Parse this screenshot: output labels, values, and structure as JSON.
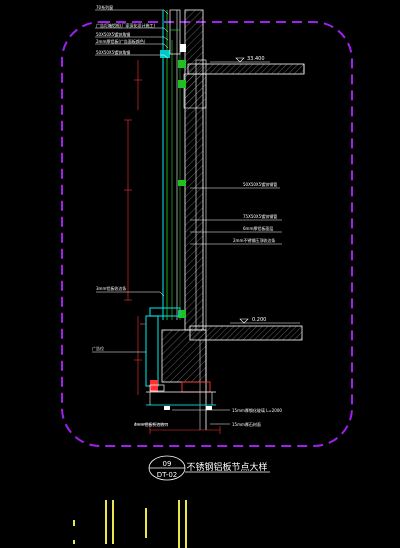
{
  "detail": {
    "number": "09",
    "sheet": "DT-02",
    "title": "不锈钢铝板节点大样"
  },
  "levels": {
    "upper": "33.400",
    "lower": "0.200"
  },
  "callouts": {
    "c1": "70系列窗",
    "c2": "广告灯箱铝框(厂家深化设计施工)",
    "c3": "50X50X5镀锌角钢",
    "c4": "2mm厚铝板(广告面板颜色)",
    "c5": "50X50X5镀锌角钢",
    "c6": "50X50X5镀锌钢管",
    "c7": "75X50X5镀锌钢管",
    "c8": "6mm厚铝板面层",
    "c9": "2mm不锈钢压顶收边条",
    "c10": "3mm铝板收边条",
    "c11": "广告位",
    "c12": "15mm厚钢化玻璃 L=2000",
    "c13": "4mm铝板折边收口",
    "c14": "15mm厚石材面"
  },
  "colors": {
    "background": "#000000",
    "boundary": "#a020f0",
    "cladding": "#00c8c8",
    "frame": "#20c020",
    "structure": "#ffffff",
    "dimension": "#ff3030",
    "notes": "#e8e84a"
  }
}
